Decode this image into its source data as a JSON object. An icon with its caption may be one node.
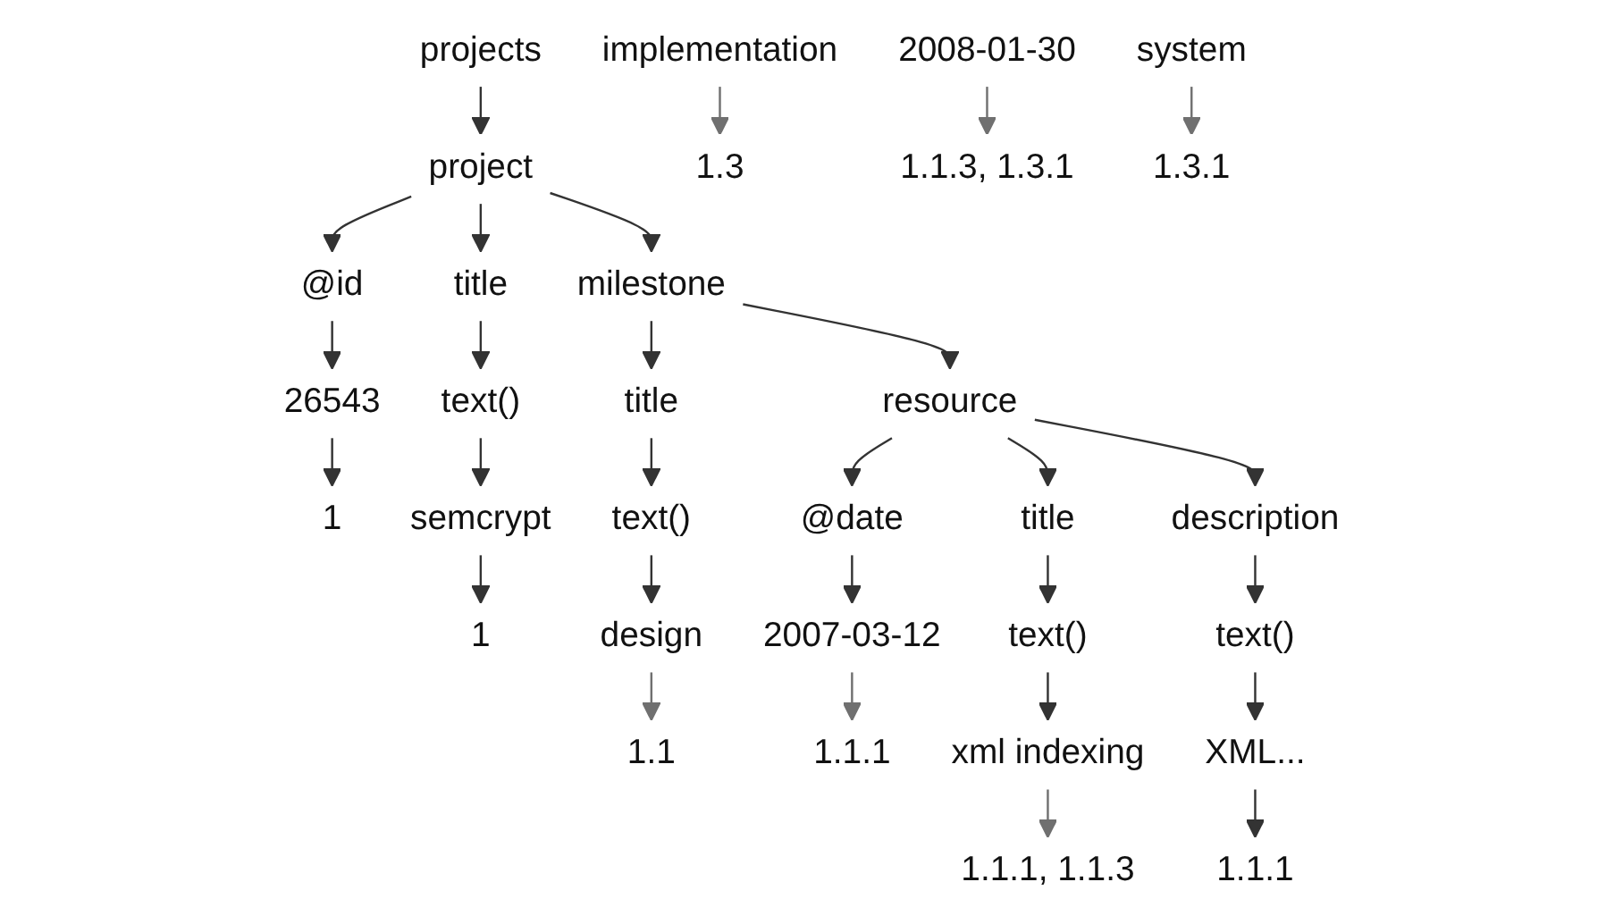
{
  "diagram": {
    "nodes": [
      {
        "text": [
          "projects"
        ]
      },
      {
        "text": [
          "project"
        ]
      },
      {
        "text": [
          "@id"
        ]
      },
      {
        "text": [
          "title"
        ]
      },
      {
        "text": [
          "milestone"
        ]
      },
      {
        "text": [
          "text()"
        ]
      },
      {
        "text": [
          "title"
        ]
      },
      {
        "text": [
          "resource"
        ]
      },
      {
        "text": [
          "text()"
        ]
      },
      {
        "text": [
          "@date"
        ]
      },
      {
        "text": [
          "title"
        ]
      },
      {
        "text": [
          "description"
        ]
      },
      {
        "text": [
          "text()"
        ]
      },
      {
        "text": [
          "text()"
        ]
      },
      {
        "text": [
          "26543"
        ]
      },
      {
        "text": [
          "semcrypt"
        ]
      },
      {
        "text": [
          "design"
        ]
      },
      {
        "text": [
          "2007-03-12"
        ]
      },
      {
        "text": [
          "xml indexing"
        ]
      },
      {
        "text": [
          "XML..."
        ]
      },
      {
        "text": [
          "implementation"
        ]
      },
      {
        "text": [
          "2008-01-30"
        ]
      },
      {
        "text": [
          "system"
        ]
      },
      {
        "text": [
          "1"
        ]
      },
      {
        "text": [
          "1"
        ]
      },
      {
        "text": [
          "1.1"
        ]
      },
      {
        "text": [
          "1.1.1"
        ]
      },
      {
        "text": [
          "1.1.1, 1.1.3"
        ]
      },
      {
        "text": [
          "1.1.1"
        ]
      },
      {
        "text": [
          "1.3"
        ]
      },
      {
        "text": [
          "1.1.3, 1.3.1"
        ]
      },
      {
        "text": [
          "1.3.1"
        ]
      }
    ],
    "edges": [
      {
        "from": 0,
        "to": 1,
        "arrow": "to"
      },
      {
        "from": 1,
        "to": 2,
        "arrow": "to"
      },
      {
        "from": 1,
        "to": 3,
        "arrow": "to"
      },
      {
        "from": 1,
        "to": 4,
        "arrow": "to"
      },
      {
        "from": 3,
        "to": 5,
        "arrow": "to"
      },
      {
        "from": 4,
        "to": 6,
        "arrow": "to"
      },
      {
        "from": 4,
        "to": 7,
        "arrow": "to"
      },
      {
        "from": 6,
        "to": 8,
        "arrow": "to"
      },
      {
        "from": 7,
        "to": 9,
        "arrow": "to"
      },
      {
        "from": 7,
        "to": 10,
        "arrow": "to"
      },
      {
        "from": 7,
        "to": 11,
        "arrow": "to"
      },
      {
        "from": 10,
        "to": 12,
        "arrow": "to"
      },
      {
        "from": 11,
        "to": 13,
        "arrow": "to"
      },
      {
        "from": 2,
        "to": 14,
        "arrow": "to"
      },
      {
        "from": 5,
        "to": 15,
        "arrow": "to"
      },
      {
        "from": 8,
        "to": 16,
        "arrow": "to"
      },
      {
        "from": 9,
        "to": 17,
        "arrow": "to"
      },
      {
        "from": 12,
        "to": 18,
        "arrow": "to"
      },
      {
        "from": 13,
        "to": 19,
        "arrow": "to"
      },
      {
        "from": 14,
        "to": 23,
        "arrow": "to"
      },
      {
        "from": 15,
        "to": 24,
        "arrow": "to"
      },
      {
        "from": 16,
        "to": 25,
        "arrow": "to",
        "color": "#707070"
      },
      {
        "from": 20,
        "to": 29,
        "arrow": "to",
        "color": "#707070"
      },
      {
        "from": 17,
        "to": 26,
        "arrow": "to",
        "color": "#707070"
      },
      {
        "from": 21,
        "to": 30,
        "arrow": "to",
        "color": "#707070"
      },
      {
        "from": 18,
        "to": 27,
        "arrow": "to",
        "color": "#707070"
      },
      {
        "from": 22,
        "to": 31,
        "arrow": "to",
        "color": "#707070"
      },
      {
        "from": 19,
        "to": 28,
        "arrow": "to"
      }
    ]
  }
}
